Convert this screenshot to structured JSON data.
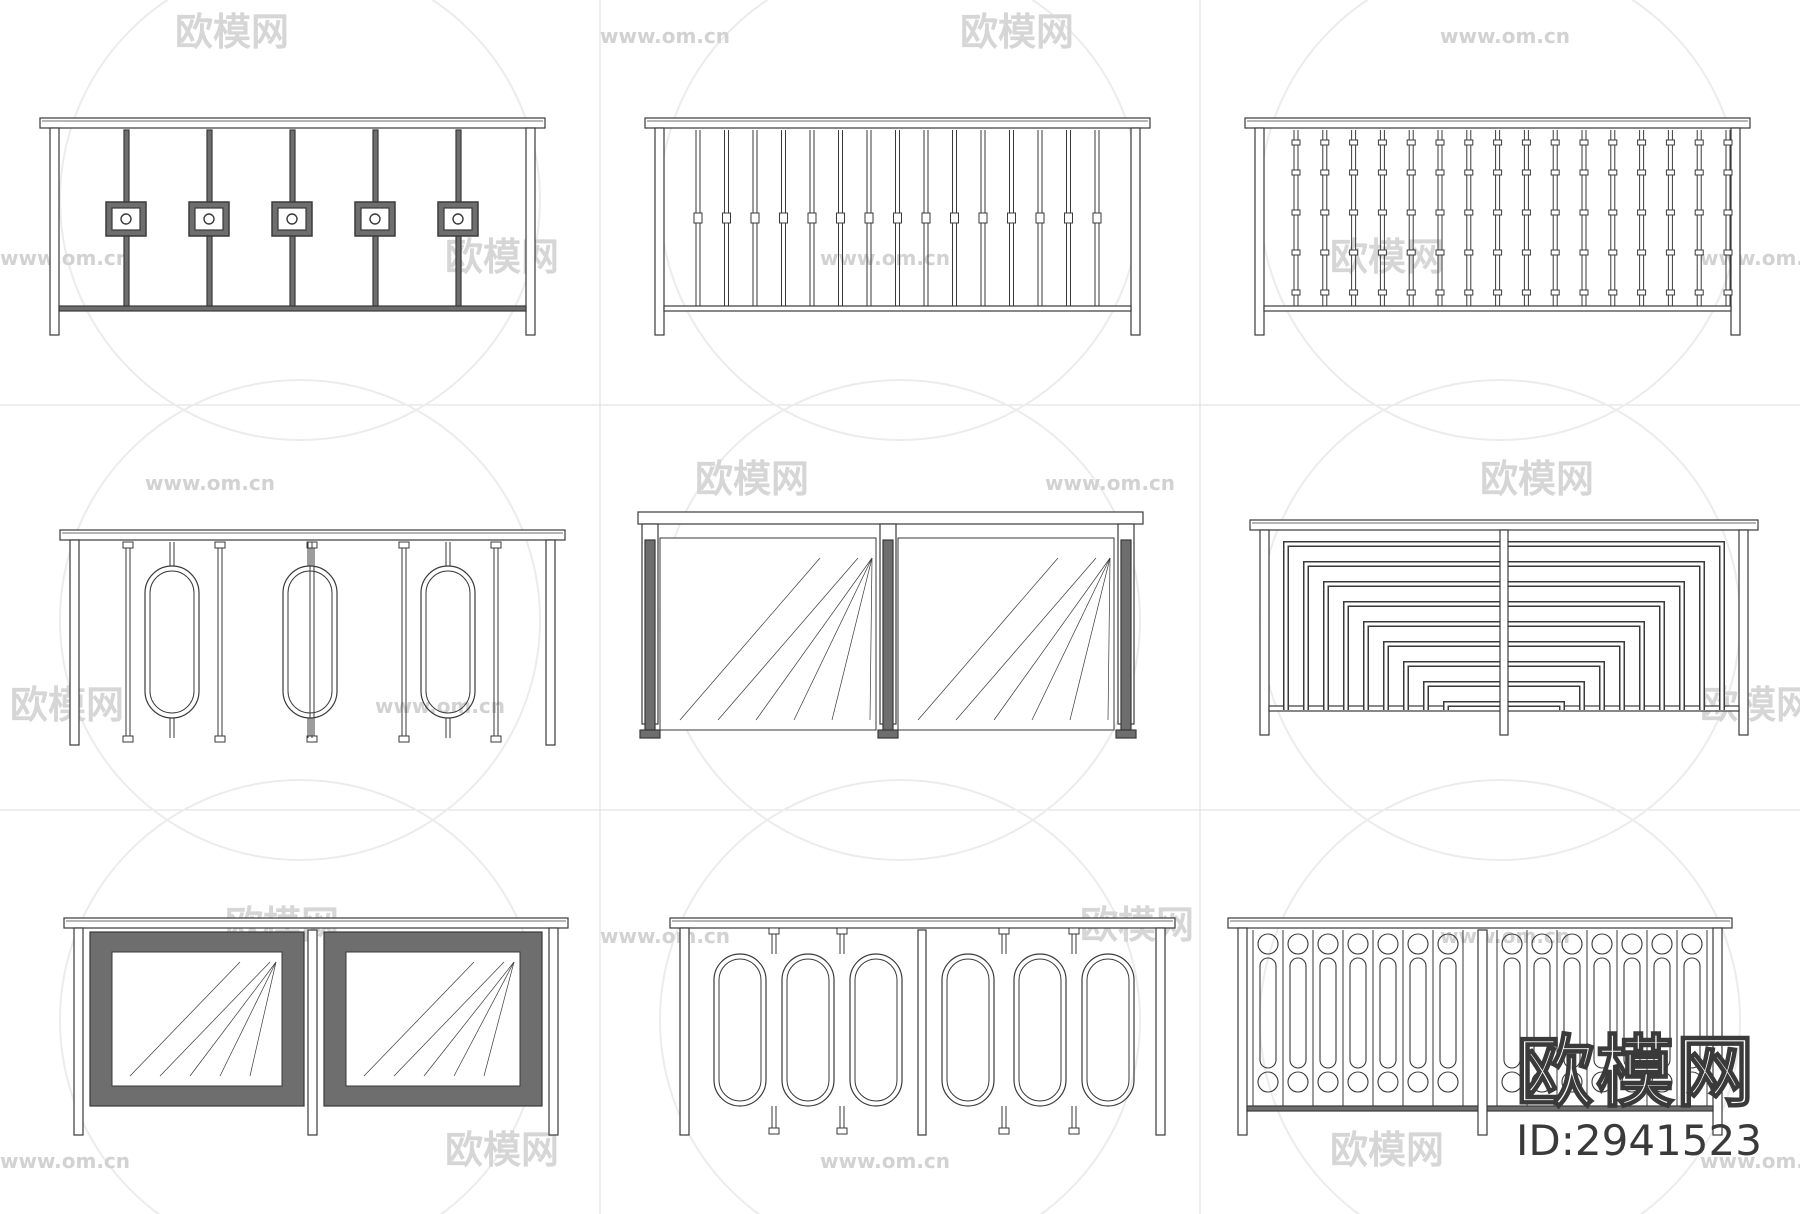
{
  "title": "",
  "watermark": {
    "name": "欧模网",
    "url": "www.om.cn"
  },
  "brand": {
    "name": "欧模网",
    "id": "ID:2941523"
  },
  "grid": {
    "rows": 3,
    "cols": 3
  },
  "panels": [
    {
      "style": "square-ornament-balusters"
    },
    {
      "style": "turned-balusters"
    },
    {
      "style": "ringed-balusters"
    },
    {
      "style": "oval-loop-balusters"
    },
    {
      "style": "glass-panels"
    },
    {
      "style": "nested-rectangles"
    },
    {
      "style": "framed-glass-panels"
    },
    {
      "style": "oval-loop-balusters-hanging"
    },
    {
      "style": "ring-and-oval-lattice"
    }
  ],
  "colors": {
    "line": "#3a3a3a",
    "fill_dark": "#6e6e6e",
    "grid": "#dddddd",
    "watermark": "#d6d6d6"
  }
}
